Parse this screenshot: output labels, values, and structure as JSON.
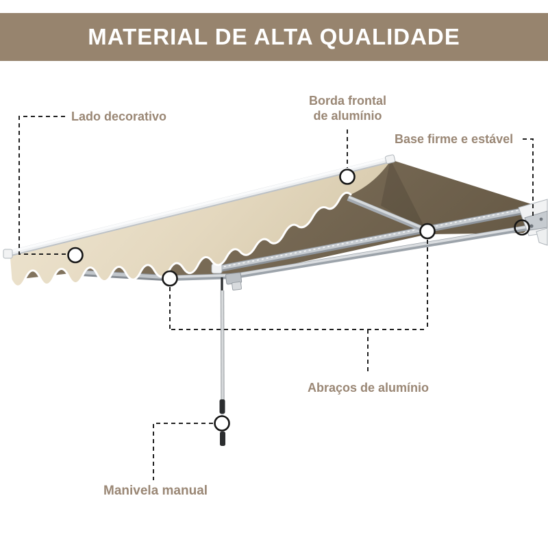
{
  "header": {
    "title": "MATERIAL DE ALTA QUALIDADE"
  },
  "callouts": {
    "lado": {
      "label": "Lado decorativo"
    },
    "borda": {
      "line1": "Borda frontal",
      "line2": "de alumínio"
    },
    "base": {
      "label": "Base firme e estável"
    },
    "abracos": {
      "label": "Abraços de alumínio"
    },
    "manivela": {
      "label": "Manivela manual"
    }
  },
  "colors": {
    "banner_background": "#97846E",
    "banner_text": "#FFFFFF",
    "label_text": "#9A8775",
    "fabric_dark": "#7A6B56",
    "fabric_cream": "#E7DCC5",
    "valance_trim": "#FFFFFF",
    "frame_metal": "#C0C5CA",
    "callout_line": "#1F1F1F"
  },
  "diagram": {
    "subject": "Toldo retrátil com manivela manual",
    "marker_count": 6
  }
}
